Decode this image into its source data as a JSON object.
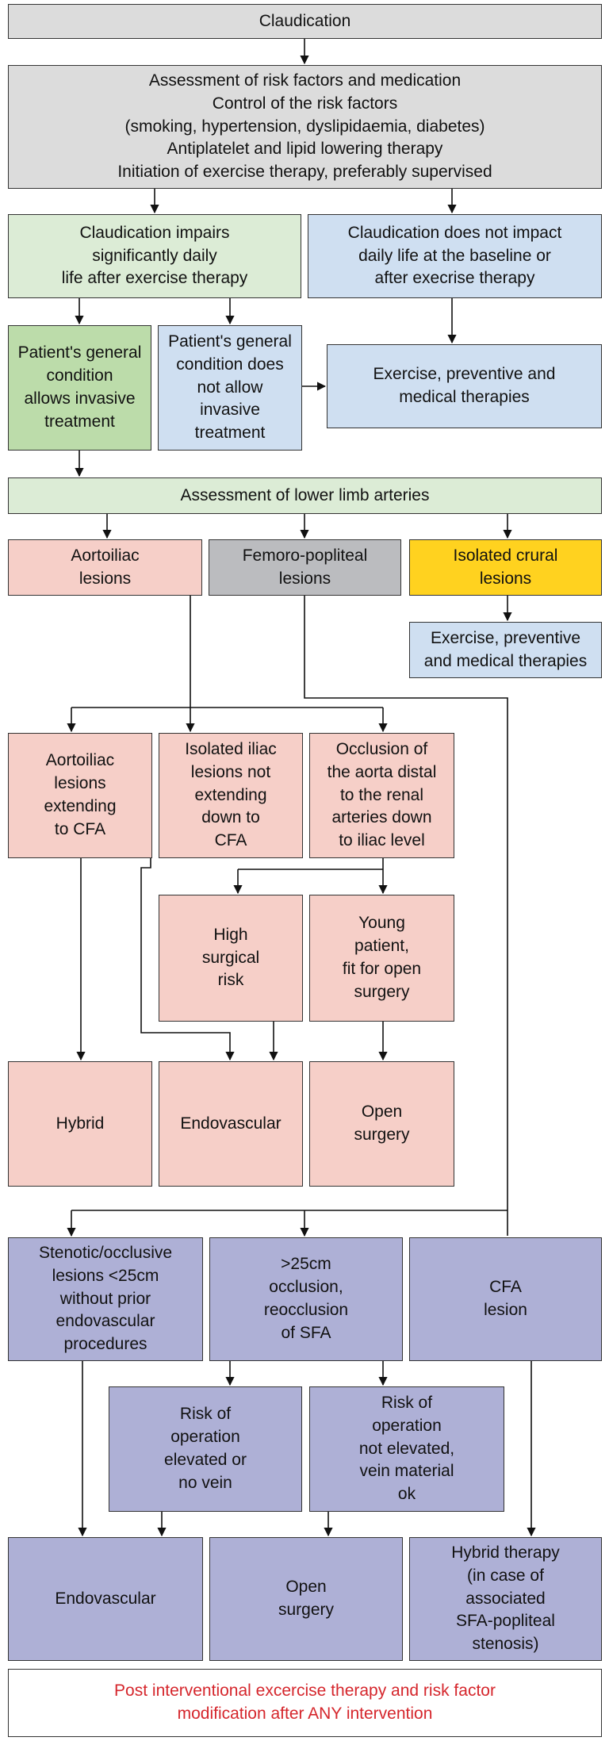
{
  "colors": {
    "gray": "#dcdcdc",
    "light_green": "#dcecd6",
    "green": "#bcdcaa",
    "light_blue": "#cfdff1",
    "pink": "#f6cfc8",
    "yellow": "#ffd21f",
    "femoro_gray": "#bbbcbf",
    "purple": "#aeb0d6",
    "note_red": "#d5262c"
  },
  "nodes": {
    "claudication": "Claudication",
    "assessment": "Assessment of risk factors and medication\nControl of the risk factors\n(smoking, hypertension, dyslipidaemia, diabetes)\nAntiplatelet and lipid lowering therapy\nInitiation of exercise therapy, preferably supervised",
    "impairs": "Claudication impairs\nsignificantly daily\nlife after exercise therapy",
    "no_impact": "Claudication does not impact\ndaily life at the baseline or\nafter execrise therapy",
    "allows": "Patient's general\ncondition\nallows invasive\ntreatment",
    "not_allow": "Patient's general\ncondition does\nnot allow\ninvasive\ntreatment",
    "exercise_therapies_1": "Exercise, preventive and\nmedical therapies",
    "limb_assessment": "Assessment of lower limb arteries",
    "aortoiliac": "Aortoiliac\nlesions",
    "femoro": "Femoro-popliteal\nlesions",
    "crural": "Isolated crural\nlesions",
    "exercise_therapies_2": "Exercise, preventive\nand medical therapies",
    "aorto_cfa": "Aortoiliac\nlesions\nextending\nto CFA",
    "iliac_isolated": "Isolated iliac\nlesions not\nextending\ndown to\nCFA",
    "aorta_occlusion": "Occlusion of\nthe aorta distal\nto the renal\narteries down\nto iliac level",
    "high_risk": "High\nsurgical\nrisk",
    "young_patient": "Young\npatient,\nfit for open\nsurgery",
    "hybrid_1": "Hybrid",
    "endovascular_1": "Endovascular",
    "open_surgery_1": "Open\nsurgery",
    "stenotic": "Stenotic/occlusive\nlesions <25cm\nwithout prior\nendovascular\nprocedures",
    "long_occlusion": ">25cm\nocclusion,\nreocclusion\nof SFA",
    "cfa_lesion": "CFA\nlesion",
    "risk_elevated": "Risk of\noperation\nelevated or\nno vein",
    "risk_not_elevated": "Risk of\noperation\nnot elevated,\nvein material\nok",
    "endovascular_2": "Endovascular",
    "open_surgery_2": "Open\nsurgery",
    "hybrid_therapy": "Hybrid therapy\n(in case of\nassociated\nSFA-popliteal\nstenosis)",
    "post_note": "Post interventional excercise therapy and risk factor\nmodification after ANY intervention"
  }
}
